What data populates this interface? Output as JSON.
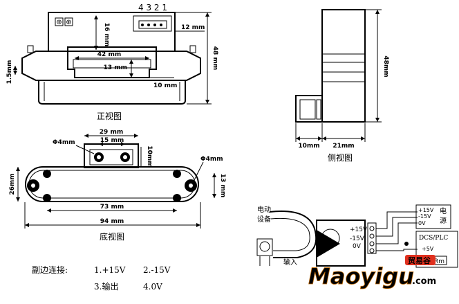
{
  "views": {
    "front": {
      "caption": "正视图",
      "pins": "4 3 2 1",
      "dims": {
        "d12": "12 mm",
        "d16": "16 mm",
        "d48": "48 mm",
        "d42": "42 mm",
        "d13": "13 mm",
        "d10": "10 mm",
        "d15": "1.5mm"
      }
    },
    "side": {
      "caption": "侧视图",
      "dims": {
        "d48": "48mm",
        "d10": "10mm",
        "d21": "21mm"
      }
    },
    "bottom": {
      "caption": "底视图",
      "dims": {
        "phi_left": "Φ4mm",
        "phi_right": "Φ4mm",
        "d29": "29 mm",
        "d15": "15 mm",
        "d10": "10mm",
        "d26": "26mm",
        "d13": "13 mm",
        "d73": "73 mm",
        "d94": "94 mm"
      }
    }
  },
  "wiring": {
    "title": "副边连接:",
    "items": [
      "1.+15V",
      "2.-15V",
      "3.输出",
      "4.0V"
    ]
  },
  "schematic": {
    "equipment": "电动设备",
    "input": "输入",
    "terminals": [
      "+15V",
      "-15V",
      "0V"
    ],
    "psu_label": "电源",
    "psu_terms": [
      "+15V",
      "-15V",
      "0V"
    ],
    "dcs": "DCS/PLC",
    "rm": "Rm",
    "small": "+5V"
  },
  "watermark": {
    "brand": "Maoyigu",
    "cn": "贸易谷",
    "com": ".com"
  }
}
